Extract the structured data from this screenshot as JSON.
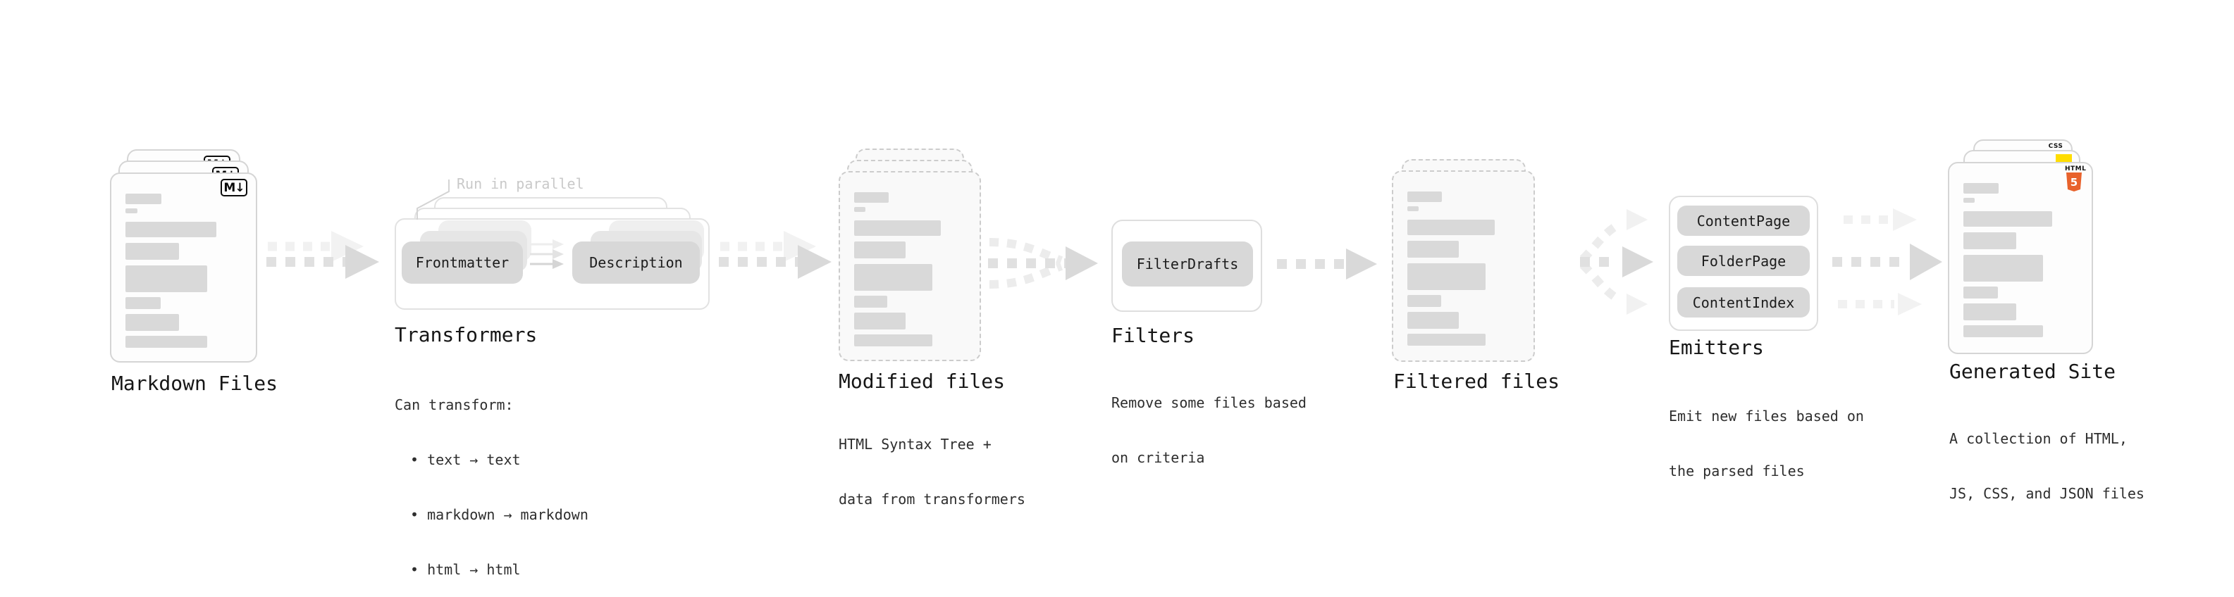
{
  "stages": {
    "markdown": {
      "title": "Markdown Files"
    },
    "transformers": {
      "title": "Transformers",
      "annotation": "Run in parallel",
      "pill_left": "Frontmatter",
      "pill_right": "Description",
      "sub_heading": "Can transform:",
      "bullet_1": "• text → text",
      "bullet_2": "• markdown → markdown",
      "bullet_3": "• html → html"
    },
    "modified": {
      "title": "Modified files",
      "sub_1": "HTML Syntax Tree +",
      "sub_2": "data from transformers"
    },
    "filters": {
      "title": "Filters",
      "pill": "FilterDrafts",
      "sub_1": "Remove some files based",
      "sub_2": "on criteria"
    },
    "filtered": {
      "title": "Filtered files"
    },
    "emitters": {
      "title": "Emitters",
      "pill_1": "ContentPage",
      "pill_2": "FolderPage",
      "pill_3": "ContentIndex",
      "sub_1": "Emit new files based on",
      "sub_2": "the parsed files"
    },
    "generated": {
      "title": "Generated Site",
      "sub_1": "A collection of HTML,",
      "sub_2": "JS, CSS, and JSON files"
    }
  },
  "icons": {
    "markdown_badge": "M↓",
    "css_label": "CSS",
    "html_label": "HTML",
    "html_number": "5"
  },
  "colors": {
    "html5_orange": "#e8622c",
    "js_yellow": "#ffdd00",
    "css_blue": "#2257e7",
    "bar_gray": "#d9d9d9",
    "pill_gray": "#d8d8d8"
  },
  "placeholder_bars": [
    {
      "w": 31,
      "h": 15,
      "gap": 6
    },
    {
      "w": 10,
      "h": 7,
      "gap": 12
    },
    {
      "w": 78,
      "h": 22,
      "gap": 8
    },
    {
      "w": 46,
      "h": 24,
      "gap": 8
    },
    {
      "w": 70,
      "h": 38,
      "gap": 7
    },
    {
      "w": 30,
      "h": 17,
      "gap": 7
    },
    {
      "w": 46,
      "h": 24,
      "gap": 7
    },
    {
      "w": 70,
      "h": 17,
      "gap": 0
    }
  ]
}
